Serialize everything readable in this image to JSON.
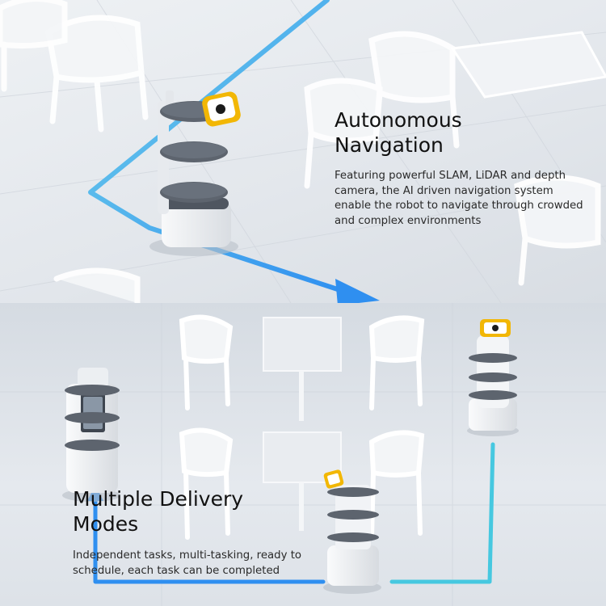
{
  "sections": [
    {
      "title_line1": "Autonomous",
      "title_line2": "Navigation",
      "description": "Featuring powerful SLAM, LiDAR and depth camera, the AI driven navigation system enable the robot to navigate through crowded and complex environments"
    },
    {
      "title_line1": "Multiple Delivery",
      "title_line2": "Modes",
      "description": "Independent tasks, multi-tasking, ready to schedule, each task can be completed"
    }
  ],
  "colors": {
    "path_blue": "#2f8ff0",
    "path_cyan": "#46c8e0",
    "robot_tray": "#5d646e",
    "screen_accent": "#f2b705"
  },
  "icons": [
    "robot-screen-icon"
  ]
}
